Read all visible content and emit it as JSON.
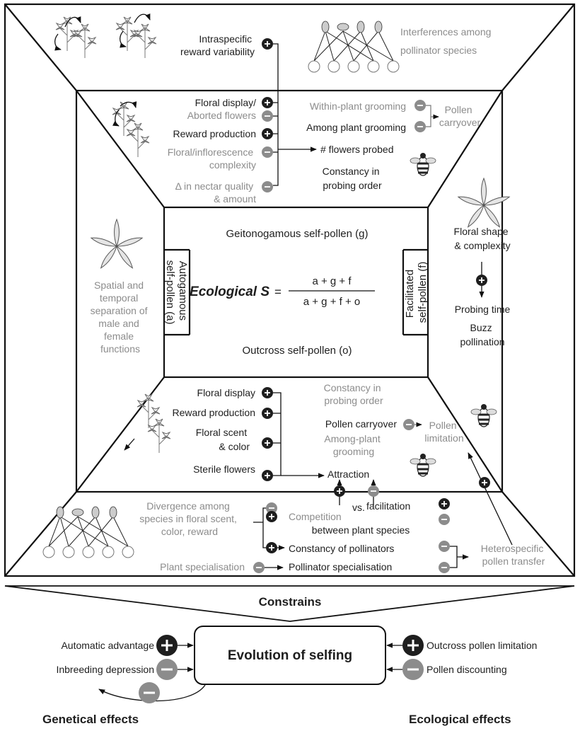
{
  "outer_panel": {
    "top": {
      "reward_variability": [
        "Intraspecific",
        "reward variability"
      ],
      "interferences": [
        "Interferences among",
        "pollinator species"
      ]
    },
    "upper": {
      "floral_display": "Floral display/",
      "aborted_flowers": "Aborted flowers",
      "reward_production": "Reward production",
      "complexity": [
        "Floral/inflorescence",
        "complexity"
      ],
      "nectar_change": [
        "Δ in nectar quality",
        "& amount"
      ],
      "within_grooming": "Within-plant grooming",
      "among_grooming": "Among plant grooming",
      "pollen_carryover": [
        "Pollen",
        "carryover"
      ],
      "flowers_probed": "# flowers probed",
      "constancy": [
        "Constancy in",
        "probing order"
      ]
    },
    "left": {
      "separation": [
        "Spatial and",
        "temporal",
        "separation of",
        "male and",
        "female",
        "functions"
      ]
    },
    "right": {
      "floral_shape": [
        "Floral shape",
        "& complexity"
      ],
      "probing_time": "Probing time",
      "buzz": [
        "Buzz",
        "pollination"
      ]
    },
    "lower": {
      "floral_display": "Floral display",
      "reward_production": "Reward production",
      "scent_color": [
        "Floral scent",
        "& color"
      ],
      "sterile": "Sterile flowers",
      "constancy": [
        "Constancy in",
        "probing order"
      ],
      "pollen_carryover": "Pollen carryover",
      "among_grooming": [
        "Among-plant",
        "grooming"
      ],
      "pollen_limitation": [
        "Pollen",
        "limitation"
      ],
      "attraction": "Attraction"
    },
    "bottom": {
      "divergence": [
        "Divergence among",
        "species in floral scent,",
        "color, reward"
      ],
      "competition": "Competition",
      "vs": "vs.",
      "facilitation": "facilitation",
      "between": "between plant species",
      "constancy_pollinators": "Constancy of pollinators",
      "plant_spec": "Plant specialisation",
      "pollinator_spec": "Pollinator specialisation",
      "heterospecific": [
        "Heterospecific",
        "pollen transfer"
      ]
    }
  },
  "center": {
    "geitonogamous": "Geitonogamous self-pollen (g)",
    "outcross": "Outcross self-pollen (o)",
    "autogamous": [
      "Autogamous",
      "self-pollen (a)"
    ],
    "facilitated": [
      "Facilitated",
      "self-pollen (f)"
    ],
    "formula_label": "Ecological S",
    "equals": "=",
    "numerator": "a + g + f",
    "denominator": "a + g + f + o"
  },
  "constrains": "Constrains",
  "evolution": "Evolution of selfing",
  "genetic": {
    "automatic": "Automatic advantage",
    "inbreeding": "Inbreeding depression"
  },
  "ecological": {
    "outcross_limitation": "Outcross pollen limitation",
    "discounting": "Pollen discounting"
  },
  "footer": {
    "genetical": "Genetical effects",
    "ecological": "Ecological effects"
  },
  "colors": {
    "dark": "#1e1e1e",
    "grey": "#8c8c8c"
  },
  "icons": [
    "flower-sprig-icon",
    "bee-icon",
    "lily-flower-icon",
    "pollinator-network-icon",
    "plus-badge-icon",
    "minus-badge-icon"
  ]
}
